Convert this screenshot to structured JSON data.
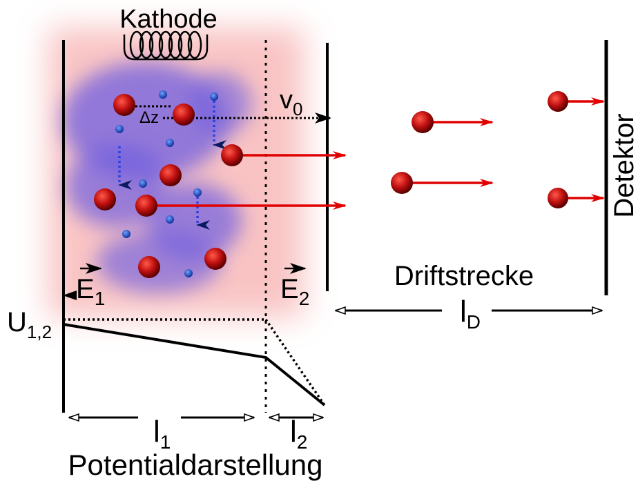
{
  "labels": {
    "cathode": "Kathode",
    "v0_base": "v",
    "v0_sub": "0",
    "dz": "Δz",
    "e1_base": "E",
    "e1_sub": "1",
    "e2_base": "E",
    "e2_sub": "2",
    "drift": "Driftstrecke",
    "detector": "Detektor",
    "ld_base": "l",
    "ld_sub": "D",
    "u_base": "U",
    "u_sub": "1,2",
    "l1_base": "l",
    "l1_sub": "1",
    "l2_base": "l",
    "l2_sub": "2",
    "potential": "Potentialdarstellung"
  },
  "colors": {
    "ion": "#b01010",
    "electron": "#1f4fbf",
    "ion_arrow": "#e00000",
    "electron_arrow": "#1a2fd0",
    "cloud_red": "#f4a0a0",
    "cloud_blue": "#7a6ae0",
    "line": "#000000"
  }
}
